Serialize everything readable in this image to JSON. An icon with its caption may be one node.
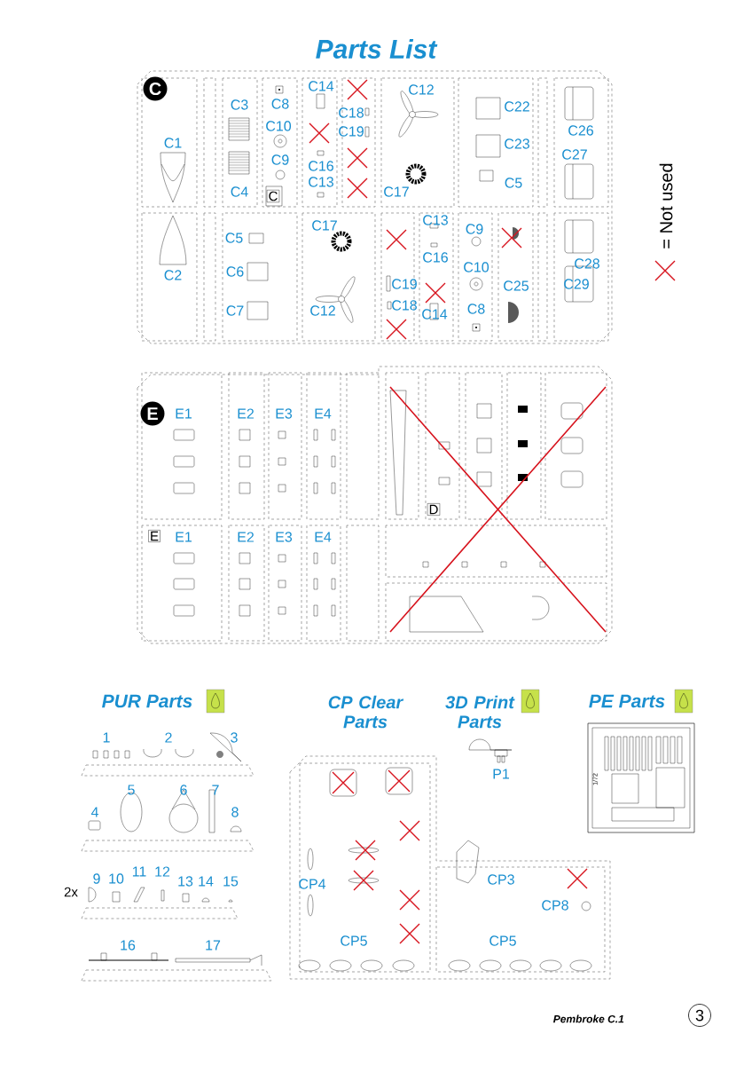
{
  "diagram": {
    "title": "Parts List",
    "labels": [
      "C",
      "C14",
      "C3",
      "C8",
      "C12",
      "C22",
      "C26",
      "C18",
      "C10",
      "C19",
      "C1",
      "C9",
      "C16",
      "C23",
      "C27",
      "C13",
      "C5",
      "C4",
      "C17",
      "C",
      "C17",
      "C13",
      "C9",
      "C5",
      "C16",
      "C10",
      "C28",
      "C2",
      "C6",
      "C19",
      "C25",
      "C29",
      "C7",
      "C12",
      "C18",
      "C14",
      "C8",
      "E",
      "E1",
      "E2",
      "E3",
      "E4",
      "D",
      "E",
      "E1",
      "E2",
      "E3",
      "E4",
      "PUR Parts",
      "CP Clear Parts",
      "3D Print Parts",
      "PE Parts",
      "1",
      "2",
      "3",
      "5",
      "6",
      "7",
      "4",
      "8",
      "2x",
      "9",
      "10",
      "11",
      "12",
      "13",
      "14",
      "15",
      "16",
      "17",
      "P1",
      "1/72",
      "CP4",
      "CP3",
      "CP8",
      "CP5",
      "CP5",
      "Pembroke C.1",
      "3"
    ],
    "legend": [
      {
        "text": "= Not used"
      }
    ]
  }
}
